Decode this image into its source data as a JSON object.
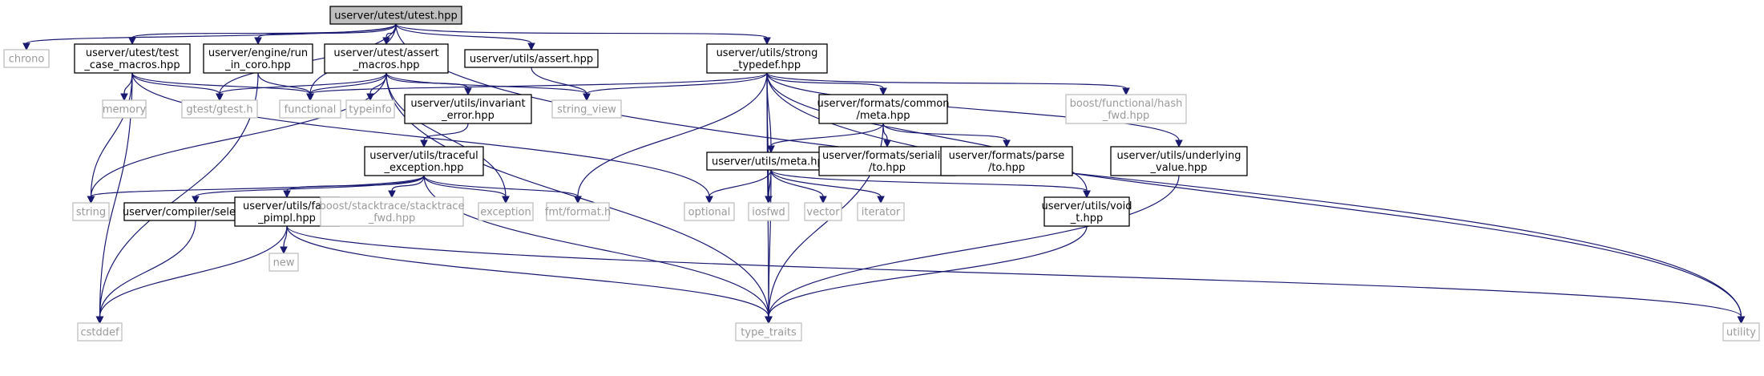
{
  "diagram": {
    "nodes": [
      {
        "id": "root",
        "lines": [
          "userver/utest/utest.hpp"
        ],
        "kind": "root"
      },
      {
        "id": "chrono",
        "lines": [
          "chrono"
        ],
        "kind": "ext"
      },
      {
        "id": "test_case_macros",
        "lines": [
          "userver/utest/test",
          "_case_macros.hpp"
        ],
        "kind": "doc"
      },
      {
        "id": "run_in_coro",
        "lines": [
          "userver/engine/run",
          "_in_coro.hpp"
        ],
        "kind": "doc"
      },
      {
        "id": "assert_macros",
        "lines": [
          "userver/utest/assert",
          "_macros.hpp"
        ],
        "kind": "doc"
      },
      {
        "id": "utils_assert",
        "lines": [
          "userver/utils/assert.hpp"
        ],
        "kind": "doc"
      },
      {
        "id": "strong_typedef",
        "lines": [
          "userver/utils/strong",
          "_typedef.hpp"
        ],
        "kind": "doc"
      },
      {
        "id": "utility",
        "lines": [
          "utility"
        ],
        "kind": "ext"
      },
      {
        "id": "memory",
        "lines": [
          "memory"
        ],
        "kind": "ext"
      },
      {
        "id": "gtest",
        "lines": [
          "gtest/gtest.h"
        ],
        "kind": "ext"
      },
      {
        "id": "functional",
        "lines": [
          "functional"
        ],
        "kind": "ext"
      },
      {
        "id": "typeinfo",
        "lines": [
          "typeinfo"
        ],
        "kind": "ext"
      },
      {
        "id": "invariant_error",
        "lines": [
          "userver/utils/invariant",
          "_error.hpp"
        ],
        "kind": "doc"
      },
      {
        "id": "string_view",
        "lines": [
          "string_view"
        ],
        "kind": "ext"
      },
      {
        "id": "formats_meta",
        "lines": [
          "userver/formats/common",
          "/meta.hpp"
        ],
        "kind": "doc"
      },
      {
        "id": "hash_fwd",
        "lines": [
          "boost/functional/hash",
          "_fwd.hpp"
        ],
        "kind": "ext"
      },
      {
        "id": "underlying_value",
        "lines": [
          "userver/utils/underlying",
          "_value.hpp"
        ],
        "kind": "doc"
      },
      {
        "id": "traceful_exception",
        "lines": [
          "userver/utils/traceful",
          "_exception.hpp"
        ],
        "kind": "doc"
      },
      {
        "id": "utils_meta",
        "lines": [
          "userver/utils/meta.hpp"
        ],
        "kind": "doc"
      },
      {
        "id": "serialize_to",
        "lines": [
          "userver/formats/serialize",
          "/to.hpp"
        ],
        "kind": "doc"
      },
      {
        "id": "parse_to",
        "lines": [
          "userver/formats/parse",
          "/to.hpp"
        ],
        "kind": "doc"
      },
      {
        "id": "string",
        "lines": [
          "string"
        ],
        "kind": "ext"
      },
      {
        "id": "compiler_select",
        "lines": [
          "userver/compiler/select.hpp"
        ],
        "kind": "doc"
      },
      {
        "id": "fast_pimpl",
        "lines": [
          "userver/utils/fast",
          "_pimpl.hpp"
        ],
        "kind": "doc"
      },
      {
        "id": "stacktrace_fwd",
        "lines": [
          "boost/stacktrace/stacktrace",
          "_fwd.hpp"
        ],
        "kind": "ext"
      },
      {
        "id": "exception",
        "lines": [
          "exception"
        ],
        "kind": "ext"
      },
      {
        "id": "fmt_format",
        "lines": [
          "fmt/format.h"
        ],
        "kind": "ext"
      },
      {
        "id": "optional",
        "lines": [
          "optional"
        ],
        "kind": "ext"
      },
      {
        "id": "iosfwd",
        "lines": [
          "iosfwd"
        ],
        "kind": "ext"
      },
      {
        "id": "vector",
        "lines": [
          "vector"
        ],
        "kind": "ext"
      },
      {
        "id": "iterator",
        "lines": [
          "iterator"
        ],
        "kind": "ext"
      },
      {
        "id": "void_t",
        "lines": [
          "userver/utils/void",
          "_t.hpp"
        ],
        "kind": "doc"
      },
      {
        "id": "cstddef",
        "lines": [
          "cstddef"
        ],
        "kind": "ext"
      },
      {
        "id": "new",
        "lines": [
          "new"
        ],
        "kind": "ext"
      },
      {
        "id": "type_traits",
        "lines": [
          "type_traits"
        ],
        "kind": "ext"
      }
    ],
    "edges": [
      [
        "root",
        "chrono"
      ],
      [
        "root",
        "test_case_macros"
      ],
      [
        "root",
        "run_in_coro"
      ],
      [
        "root",
        "gtest"
      ],
      [
        "root",
        "functional"
      ],
      [
        "root",
        "assert_macros"
      ],
      [
        "root",
        "utils_assert"
      ],
      [
        "root",
        "strong_typedef"
      ],
      [
        "root",
        "utility"
      ],
      [
        "test_case_macros",
        "memory"
      ],
      [
        "test_case_macros",
        "gtest"
      ],
      [
        "test_case_macros",
        "functional"
      ],
      [
        "test_case_macros",
        "string"
      ],
      [
        "test_case_macros",
        "optional"
      ],
      [
        "test_case_macros",
        "cstddef"
      ],
      [
        "run_in_coro",
        "functional"
      ],
      [
        "run_in_coro",
        "cstddef"
      ],
      [
        "assert_macros",
        "gtest"
      ],
      [
        "assert_macros",
        "functional"
      ],
      [
        "assert_macros",
        "typeinfo"
      ],
      [
        "assert_macros",
        "invariant_error"
      ],
      [
        "assert_macros",
        "string_view"
      ],
      [
        "assert_macros",
        "string"
      ],
      [
        "assert_macros",
        "exception"
      ],
      [
        "assert_macros",
        "type_traits"
      ],
      [
        "utils_assert",
        "string_view"
      ],
      [
        "strong_typedef",
        "functional"
      ],
      [
        "strong_typedef",
        "string_view"
      ],
      [
        "strong_typedef",
        "formats_meta"
      ],
      [
        "strong_typedef",
        "hash_fwd"
      ],
      [
        "strong_typedef",
        "underlying_value"
      ],
      [
        "strong_typedef",
        "utils_meta"
      ],
      [
        "strong_typedef",
        "fmt_format"
      ],
      [
        "strong_typedef",
        "iosfwd"
      ],
      [
        "strong_typedef",
        "void_t"
      ],
      [
        "strong_typedef",
        "utility"
      ],
      [
        "strong_typedef",
        "type_traits"
      ],
      [
        "invariant_error",
        "traceful_exception"
      ],
      [
        "formats_meta",
        "utils_meta"
      ],
      [
        "formats_meta",
        "serialize_to"
      ],
      [
        "formats_meta",
        "parse_to"
      ],
      [
        "formats_meta",
        "type_traits"
      ],
      [
        "underlying_value",
        "type_traits"
      ],
      [
        "traceful_exception",
        "string"
      ],
      [
        "traceful_exception",
        "compiler_select"
      ],
      [
        "traceful_exception",
        "fast_pimpl"
      ],
      [
        "traceful_exception",
        "stacktrace_fwd"
      ],
      [
        "traceful_exception",
        "exception"
      ],
      [
        "traceful_exception",
        "fmt_format"
      ],
      [
        "traceful_exception",
        "type_traits"
      ],
      [
        "utils_meta",
        "optional"
      ],
      [
        "utils_meta",
        "iosfwd"
      ],
      [
        "utils_meta",
        "vector"
      ],
      [
        "utils_meta",
        "iterator"
      ],
      [
        "utils_meta",
        "void_t"
      ],
      [
        "utils_meta",
        "type_traits"
      ],
      [
        "compiler_select",
        "cstddef"
      ],
      [
        "fast_pimpl",
        "cstddef"
      ],
      [
        "fast_pimpl",
        "new"
      ],
      [
        "fast_pimpl",
        "type_traits"
      ],
      [
        "fast_pimpl",
        "utility"
      ],
      [
        "void_t",
        "type_traits"
      ]
    ]
  }
}
